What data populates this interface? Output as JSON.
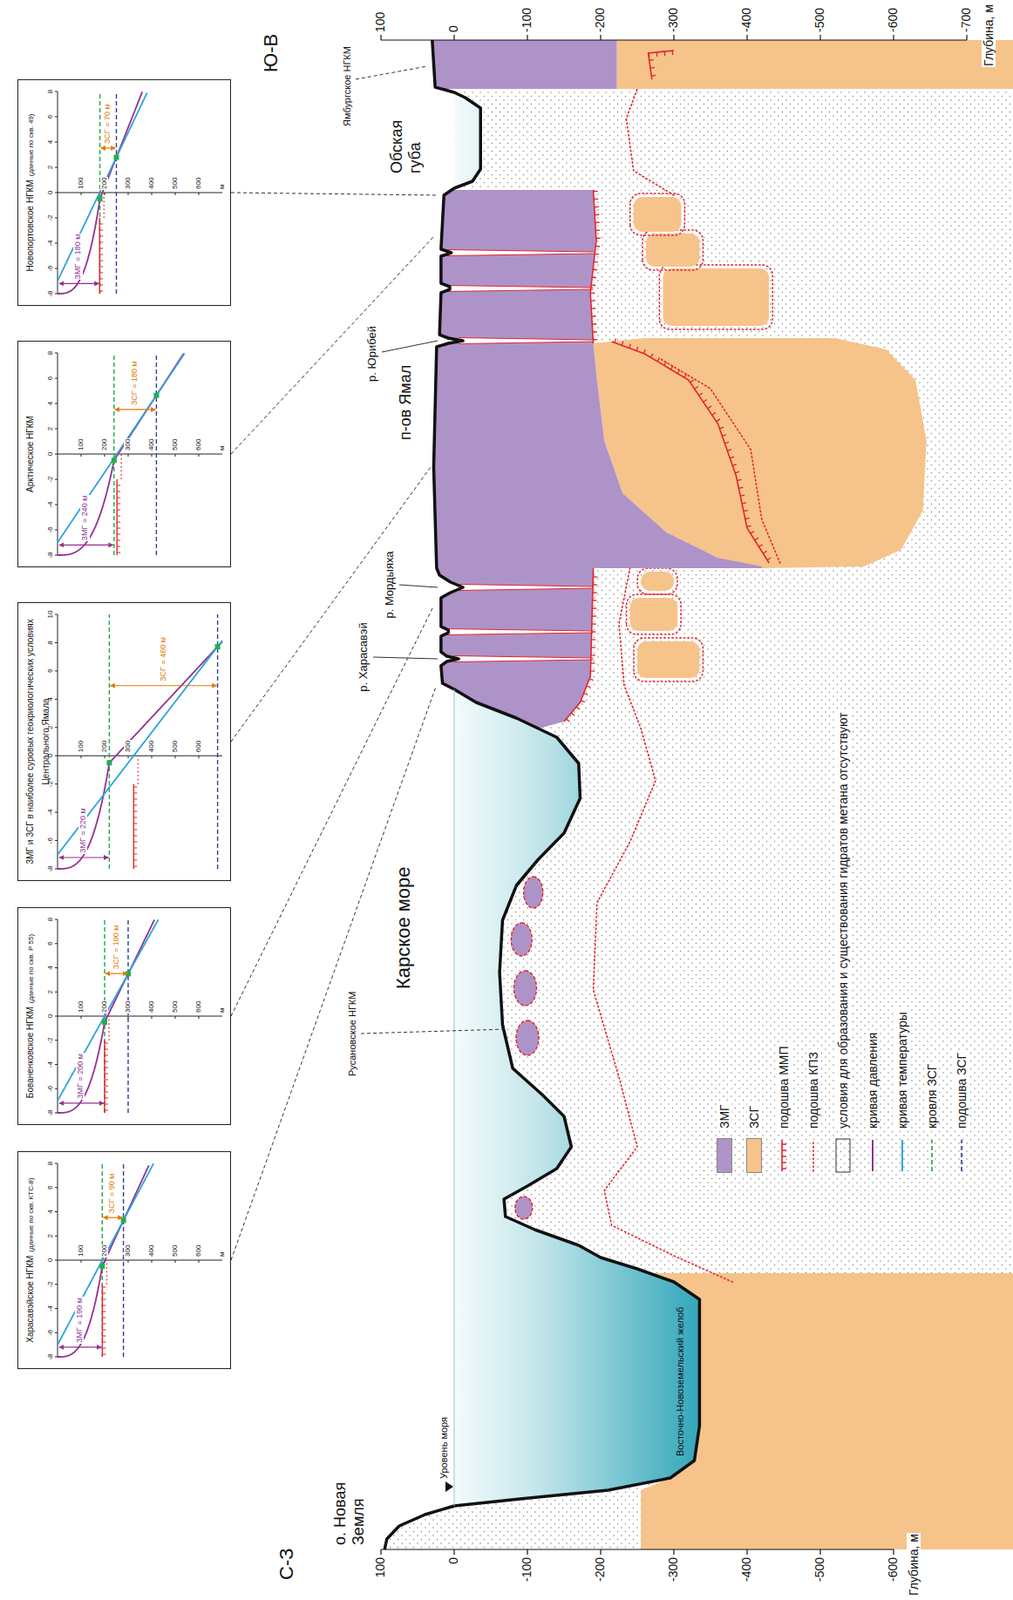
{
  "diagram": {
    "nodes": [
      {
        "text": [
          "Харасавэйское НГКМ",
          "(данные по скв. КТС-8)"
        ]
      },
      {
        "text": [
          "Бованенковское НГКМ",
          "(данные по скв. Р 55)"
        ]
      },
      {
        "text": [
          "ЗМГ и ЗСГ в наиболее суровых геокриологических условиях Центрального Ямала"
        ]
      },
      {
        "text": [
          "Арктическое НГКМ"
        ]
      },
      {
        "text": [
          "Новопортовское НГКМ",
          "(данные по скв. 49)"
        ]
      }
    ],
    "labels": [
      "С-З",
      "Ю-В",
      "100",
      "0",
      "-100",
      "-200",
      "-300",
      "-400",
      "-500",
      "-600",
      "Глубина, м",
      "100",
      "0",
      "-100",
      "-200",
      "-300",
      "-400",
      "-500",
      "-600",
      "-700",
      "Глубина, м",
      "о. Новая Земля",
      "Уровень моря",
      "Восточно-Новоземельский желоб",
      "Карское море",
      "Русановское НГКМ",
      "р. Харасавэй",
      "р. Мордыяха",
      "п-ов Ямал",
      "р. Юрибей",
      "Обская губа",
      "Ямбургское НГКМ",
      "-8",
      "-6",
      "-4",
      "-2",
      "0",
      "2",
      "4",
      "6",
      "8",
      "100",
      "200",
      "300",
      "400",
      "500",
      "600",
      "м",
      "ЗМГ = 190 м",
      "ЗСГ = 90 м",
      "-8",
      "-6",
      "-4",
      "-2",
      "0",
      "2",
      "4",
      "6",
      "8",
      "100",
      "200",
      "300",
      "400",
      "500",
      "600",
      "м",
      "ЗМГ = 200 м",
      "ЗСГ = 100 м",
      "-8",
      "-6",
      "-4",
      "-2",
      "0",
      "2",
      "4",
      "6",
      "8",
      "10",
      "100",
      "200",
      "300",
      "400",
      "500",
      "600",
      "ЗМГ = 220 м",
      "ЗСГ = 460 м",
      "-8",
      "-6",
      "-4",
      "-2",
      "0",
      "2",
      "4",
      "6",
      "8",
      "100",
      "200",
      "300",
      "400",
      "500",
      "600",
      "м",
      "ЗМГ = 240 м",
      "ЗСГ = 180 м",
      "-8",
      "-6",
      "-4",
      "-2",
      "0",
      "2",
      "4",
      "6",
      "8",
      "100",
      "200",
      "300",
      "400",
      "500",
      "600",
      "м",
      "ЗМГ = 180 м",
      "ЗСГ = 70 м"
    ],
    "legend": [
      {
        "text": "ЗМГ",
        "color": "#ae93c8"
      },
      {
        "text": "ЗСГ",
        "color": "#f6c38b"
      },
      {
        "text": "подошва ММП"
      },
      {
        "text": "подошва КПЗ"
      },
      {
        "text": "условия для образования и существования гидратов метана отсутствуют"
      },
      {
        "text": "кривая давления"
      },
      {
        "text": "кривая температуры"
      },
      {
        "text": "кровля ЗСГ"
      },
      {
        "text": "подошва ЗСГ"
      }
    ]
  }
}
